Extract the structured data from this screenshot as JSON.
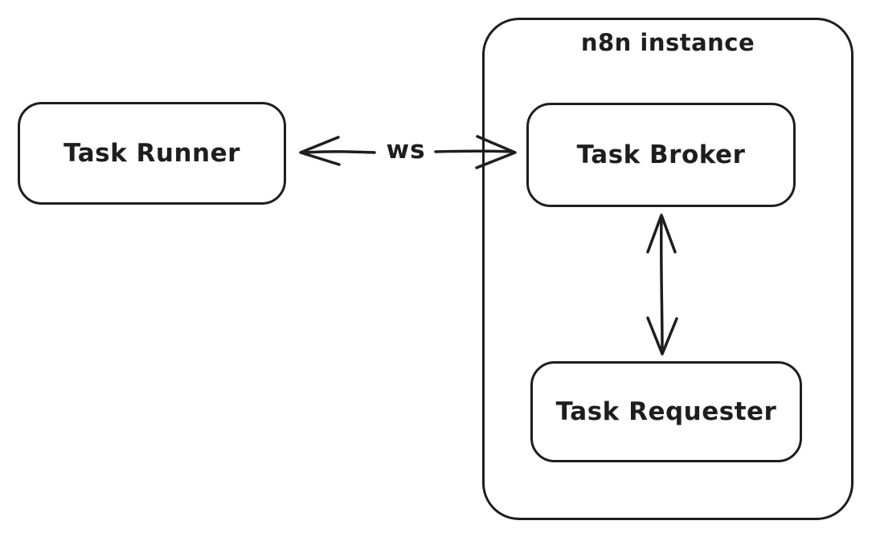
{
  "canvas": {
    "background": "#ffffff",
    "stroke_color": "#1e1e1e"
  },
  "groups": {
    "n8n_instance": {
      "label": "n8n instance"
    }
  },
  "nodes": {
    "task_runner": {
      "label": "Task Runner"
    },
    "task_broker": {
      "label": "Task Broker"
    },
    "task_requester": {
      "label": "Task Requester"
    }
  },
  "edges": {
    "runner_to_broker": {
      "label": "ws",
      "type": "bidirectional-arrow",
      "from": "task_runner",
      "to": "task_broker"
    },
    "broker_to_requester": {
      "label": "",
      "type": "bidirectional-arrow",
      "from": "task_broker",
      "to": "task_requester"
    }
  }
}
